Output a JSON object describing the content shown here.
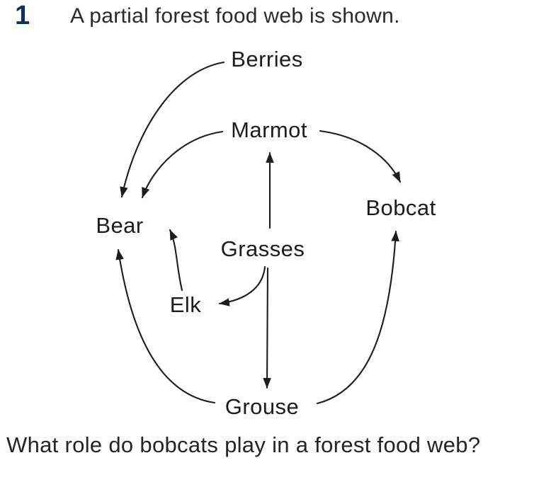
{
  "page": {
    "question_number": "1",
    "prompt": "A partial forest food web is shown.",
    "question": "What role do bobcats play in a forest food web?"
  },
  "diagram": {
    "type": "food-web",
    "nodes": [
      {
        "id": "berries",
        "label": "Berries"
      },
      {
        "id": "marmot",
        "label": "Marmot"
      },
      {
        "id": "bear",
        "label": "Bear"
      },
      {
        "id": "bobcat",
        "label": "Bobcat"
      },
      {
        "id": "grasses",
        "label": "Grasses"
      },
      {
        "id": "elk",
        "label": "Elk"
      },
      {
        "id": "grouse",
        "label": "Grouse"
      }
    ],
    "edges": [
      {
        "from": "Berries",
        "to": "Bear"
      },
      {
        "from": "Marmot",
        "to": "Bear"
      },
      {
        "from": "Grasses",
        "to": "Marmot"
      },
      {
        "from": "Marmot",
        "to": "Bobcat"
      },
      {
        "from": "Grasses",
        "to": "Elk"
      },
      {
        "from": "Grasses",
        "to": "Grouse"
      },
      {
        "from": "Elk",
        "to": "Bear"
      },
      {
        "from": "Grouse",
        "to": "Bear"
      },
      {
        "from": "Grouse",
        "to": "Bobcat"
      }
    ],
    "colors": {
      "arrow": "#1c1c1c",
      "label_text": "#1c1c1c",
      "question_number": "#132d5e",
      "body_text": "#2a2a2a",
      "background": "#ffffff"
    }
  }
}
